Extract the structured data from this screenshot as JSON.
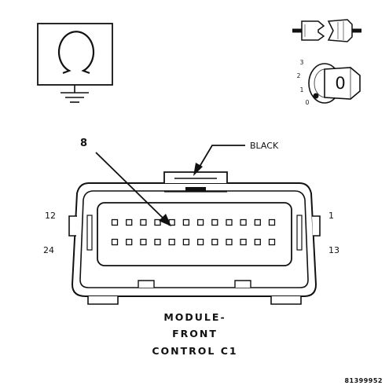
{
  "callout": {
    "pin_number": "8",
    "housing_color": "BLACK"
  },
  "pin_range": {
    "top_left": "12",
    "top_right": "1",
    "bottom_left": "24",
    "bottom_right": "13"
  },
  "connector": {
    "rows": 2,
    "pins_per_row": 12
  },
  "ignition_switch": {
    "positions": [
      "3",
      "2",
      "1",
      "0"
    ],
    "key_symbol": "0"
  },
  "caption": {
    "line1": "MODULE-",
    "line2": "FRONT",
    "line3": "CONTROL C1"
  },
  "figure_number": "81399952"
}
